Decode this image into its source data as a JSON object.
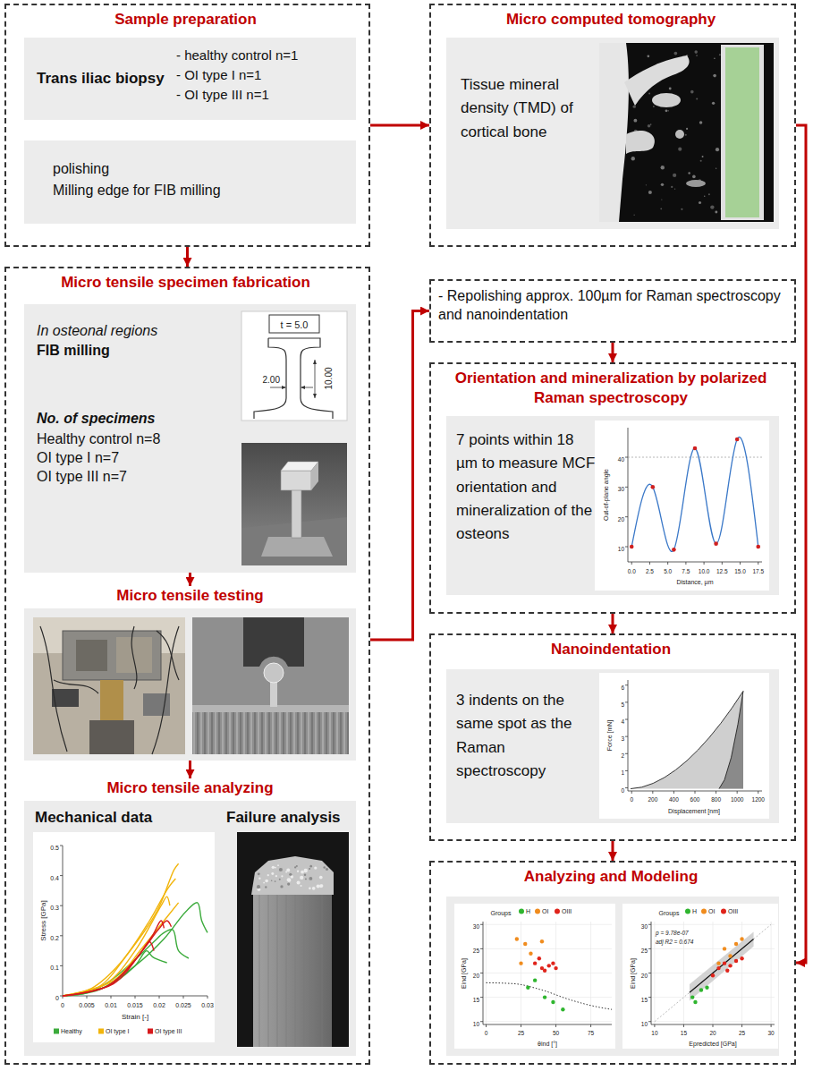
{
  "diagram": {
    "nodes": [
      {
        "text": [
          "Sample preparation"
        ]
      },
      {
        "text": [
          "Trans iliac biopsy",
          "- healthy control n=1",
          "- OI type I n=1",
          "- OI type III n=1"
        ],
        "in": 0
      },
      {
        "text": [
          "polishing",
          "Milling edge for FIB milling"
        ],
        "in": 0
      },
      {
        "text": [
          "Micro computed tomography"
        ]
      },
      {
        "text": [
          "Tissue mineral density (TMD) of cortical bone"
        ],
        "in": 3
      },
      {
        "text": [
          "Micro tensile specimen fabrication"
        ]
      },
      {
        "text": [
          "In osteonal regions",
          "FIB milling",
          "No. of specimens",
          "Healthy control n=8",
          "OI type I n=7",
          "OI type III n=7"
        ],
        "in": 5
      },
      {
        "text": [
          "Micro tensile testing"
        ],
        "in": 5
      },
      {
        "text": [
          "Micro tensile analyzing",
          "Mechanical data",
          "Failure analysis"
        ],
        "in": 5
      },
      {
        "text": [
          "- Repolishing approx. 100µm for Raman spectroscopy and nanoindentation"
        ]
      },
      {
        "text": [
          "Orientation and mineralization by polarized Raman spectroscopy"
        ]
      },
      {
        "text": [
          "7 points within 18 µm to measure MCF orientation and mineralization of the osteons"
        ],
        "in": 10
      },
      {
        "text": [
          "Nanoindentation"
        ]
      },
      {
        "text": [
          "3 indents on the same spot as the Raman spectroscopy"
        ],
        "in": 12
      },
      {
        "text": [
          "Analyzing and Modeling"
        ]
      }
    ],
    "edges": [
      {
        "from": 0,
        "to": 3,
        "arrow": "to"
      },
      {
        "from": 0,
        "to": 5,
        "arrow": "to"
      },
      {
        "from": 6,
        "to": 7,
        "arrow": "to"
      },
      {
        "from": 7,
        "to": 8,
        "arrow": "to"
      },
      {
        "from": 5,
        "to": 9,
        "arrow": "to"
      },
      {
        "from": 9,
        "to": 10,
        "arrow": "to"
      },
      {
        "from": 10,
        "to": 12,
        "arrow": "to"
      },
      {
        "from": 12,
        "to": 14,
        "arrow": "to"
      },
      {
        "from": 3,
        "to": 14,
        "arrow": "to"
      }
    ],
    "labels": [
      "t = 5.0",
      "2.00",
      "10.00",
      "Stress [GPa]",
      "0",
      "0.1",
      "0.2",
      "0.3",
      "0.4",
      "0.5",
      "0",
      "0.005",
      "0.01",
      "0.015",
      "0.02",
      "0.025",
      "0.03",
      "Strain [-]",
      "Out-of-plane angle",
      "10",
      "20",
      "30",
      "40",
      "0.0",
      "2.5",
      "5.0",
      "7.5",
      "10.0",
      "12.5",
      "15.0",
      "17.5",
      "Distance, µm",
      "Force [mN]",
      "0",
      "1",
      "2",
      "3",
      "4",
      "5",
      "6",
      "0",
      "200",
      "400",
      "600",
      "800",
      "1000",
      "1200",
      "Displacement [nm]",
      "Groups",
      "Eind [GPa]",
      "10",
      "15",
      "20",
      "25",
      "30",
      "0",
      "25",
      "50",
      "75",
      "θind [°]",
      "Groups",
      "p = 9.78e-07",
      "adj R2 = 0.674",
      "Eind [GPa]",
      "10",
      "15",
      "20",
      "25",
      "30",
      "10",
      "15",
      "20",
      "25",
      "30",
      "Epredicted [GPa]"
    ],
    "legend": [
      {
        "text": "Healthy",
        "color": "#3cab3c"
      },
      {
        "text": "OI type I",
        "color": "#f2b50c"
      },
      {
        "text": "OI type III",
        "color": "#d7191c"
      },
      {
        "text": "H",
        "color": "#2fb52f"
      },
      {
        "text": "OI",
        "color": "#f08c1e"
      },
      {
        "text": "OIII",
        "color": "#e0241b"
      },
      {
        "text": "H",
        "color": "#2fb52f"
      },
      {
        "text": "OI",
        "color": "#f08c1e"
      },
      {
        "text": "OIII",
        "color": "#e0241b"
      }
    ]
  }
}
